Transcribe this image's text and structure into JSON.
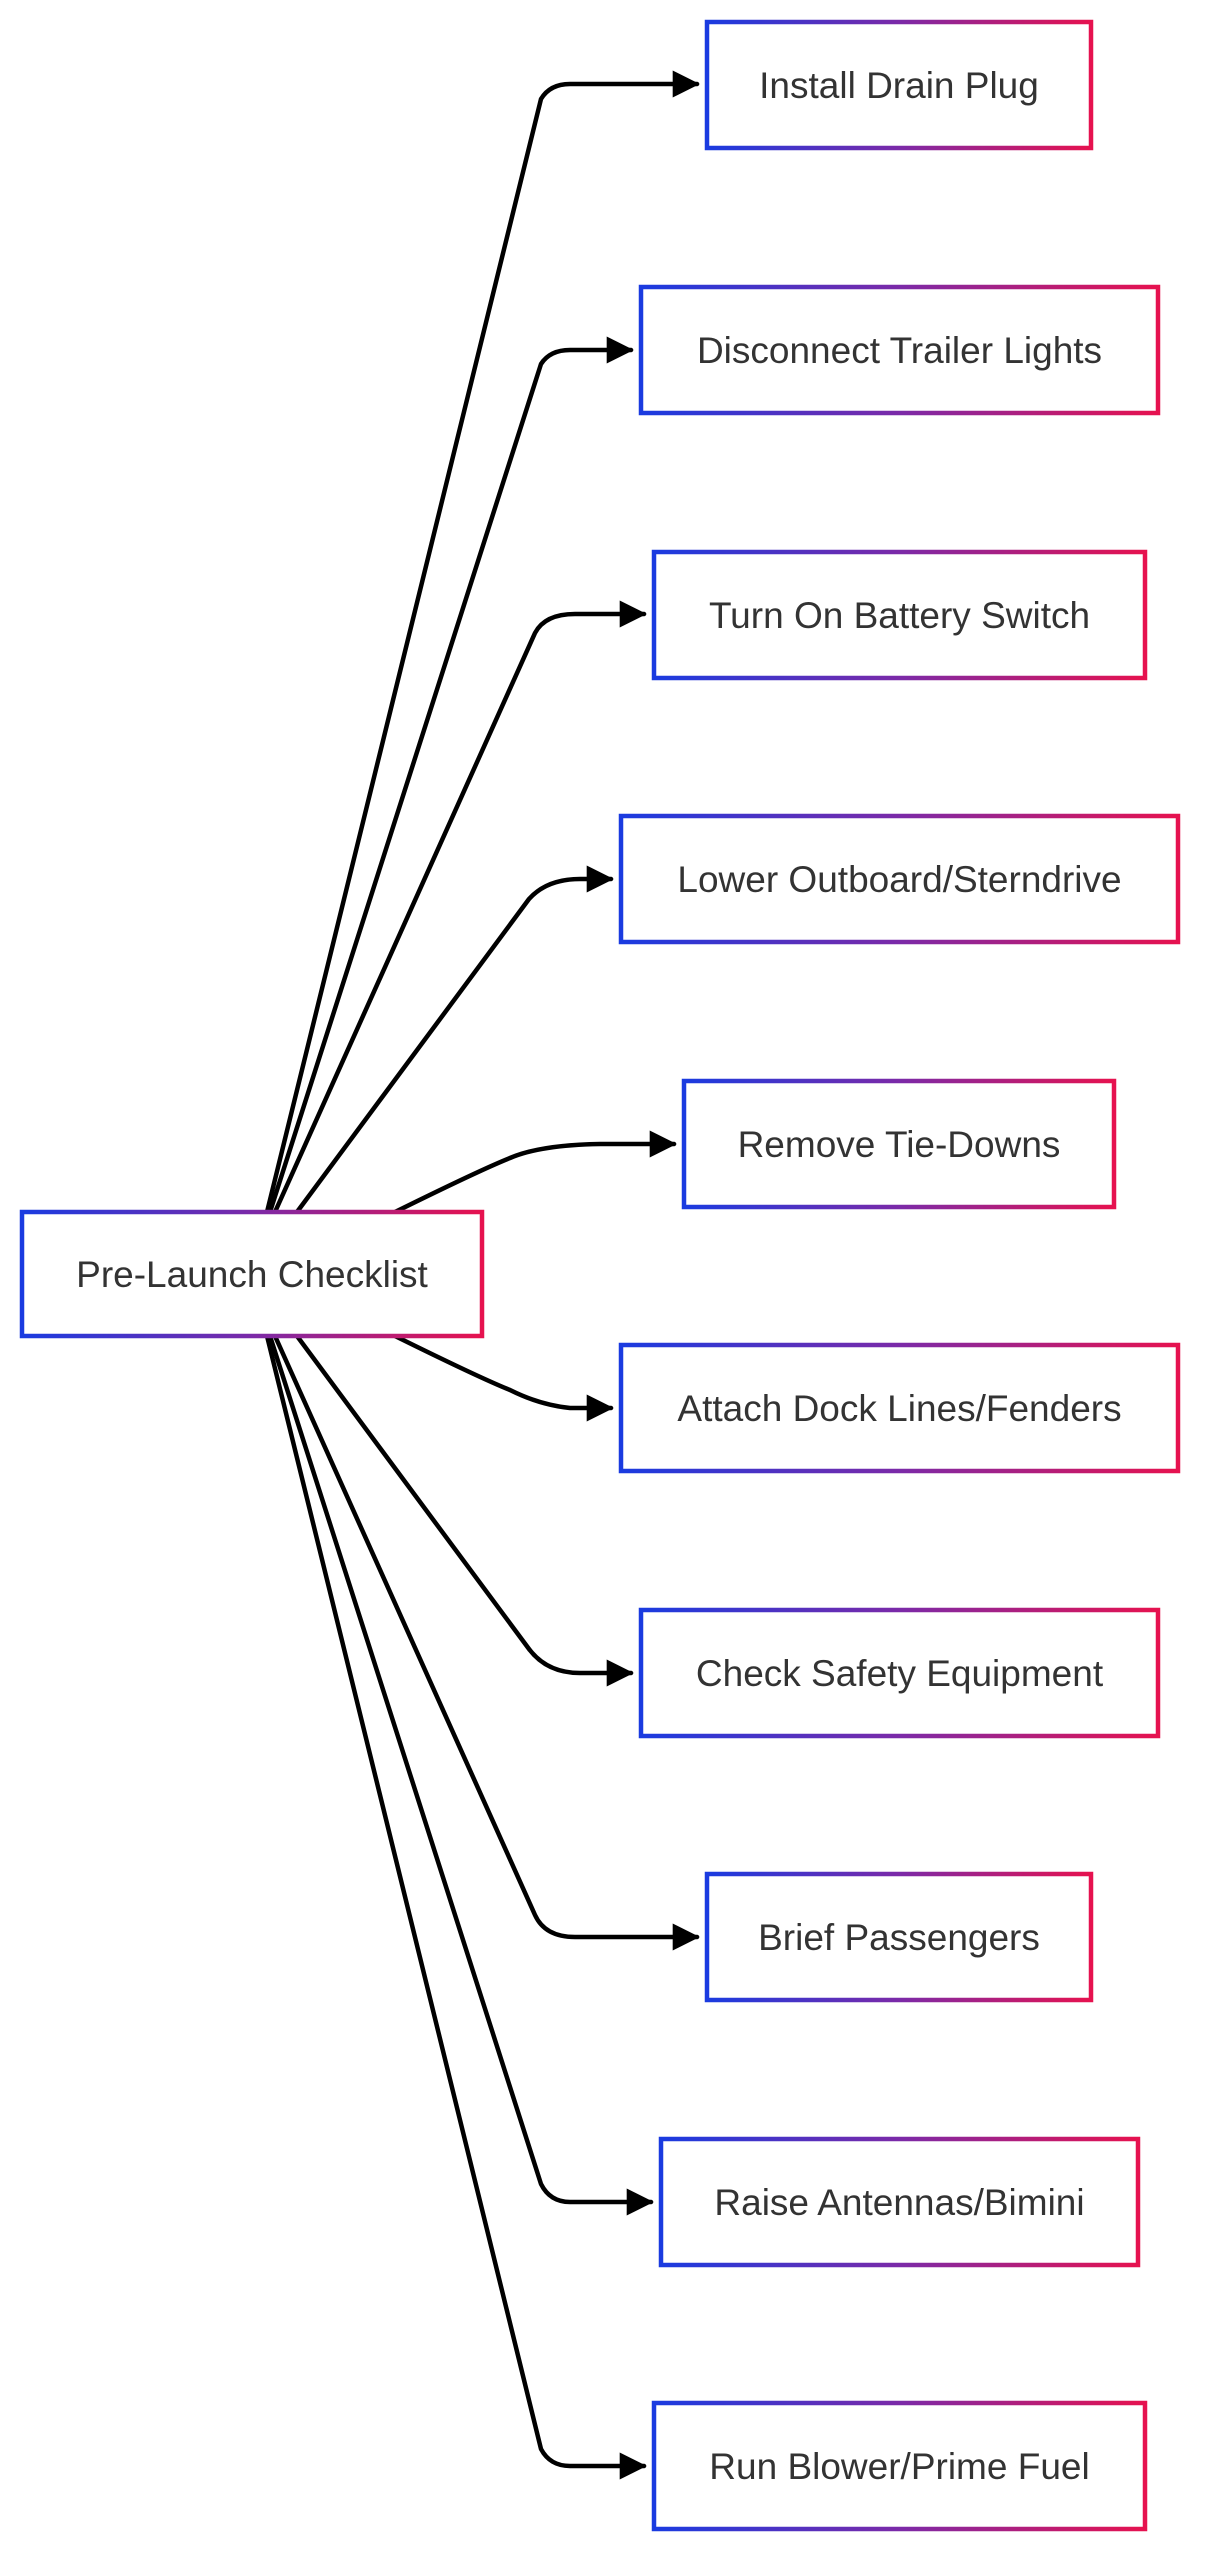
{
  "diagram": {
    "type": "flowchart",
    "direction": "left-to-right",
    "root": {
      "id": "root",
      "label": "Pre-Launch Checklist"
    },
    "steps": [
      {
        "id": "step1",
        "label": "Install Drain Plug"
      },
      {
        "id": "step2",
        "label": "Disconnect Trailer Lights"
      },
      {
        "id": "step3",
        "label": "Turn On Battery Switch"
      },
      {
        "id": "step4",
        "label": "Lower Outboard/Sterndrive"
      },
      {
        "id": "step5",
        "label": "Remove Tie-Downs"
      },
      {
        "id": "step6",
        "label": "Attach Dock Lines/Fenders"
      },
      {
        "id": "step7",
        "label": "Check Safety Equipment"
      },
      {
        "id": "step8",
        "label": "Brief Passengers"
      },
      {
        "id": "step9",
        "label": "Raise Antennas/Bimini"
      },
      {
        "id": "step10",
        "label": "Run Blower/Prime Fuel"
      }
    ],
    "edges": [
      {
        "from": "root",
        "to": "step1"
      },
      {
        "from": "root",
        "to": "step2"
      },
      {
        "from": "root",
        "to": "step3"
      },
      {
        "from": "root",
        "to": "step4"
      },
      {
        "from": "root",
        "to": "step5"
      },
      {
        "from": "root",
        "to": "step6"
      },
      {
        "from": "root",
        "to": "step7"
      },
      {
        "from": "root",
        "to": "step8"
      },
      {
        "from": "root",
        "to": "step9"
      },
      {
        "from": "root",
        "to": "step10"
      }
    ],
    "colors": {
      "node_border_start": "#1a3be0",
      "node_border_mid": "#7b2aa8",
      "node_border_end": "#e6124f",
      "node_fill": "#ffffff",
      "edge": "#000000",
      "text": "#333333"
    }
  }
}
